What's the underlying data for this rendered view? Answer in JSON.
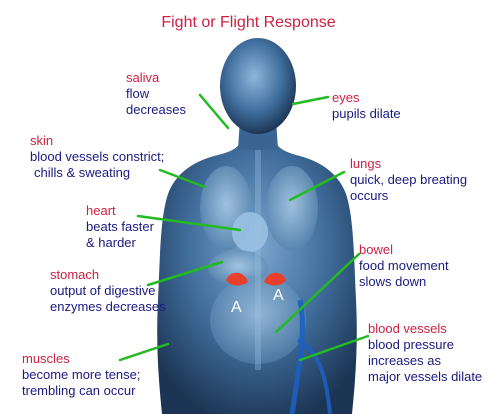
{
  "title": "Fight or Flight Response",
  "gland_marker": "A",
  "labels": [
    {
      "organ": "saliva",
      "effect": [
        "flow",
        "decreases"
      ]
    },
    {
      "organ": "eyes",
      "effect": [
        "pupils dilate"
      ]
    },
    {
      "organ": "skin",
      "effect": [
        "blood vessels constrict;",
        "chills & sweating"
      ]
    },
    {
      "organ": "lungs",
      "effect": [
        "quick, deep breating",
        "occurs"
      ]
    },
    {
      "organ": "heart",
      "effect": [
        "beats faster",
        "& harder"
      ]
    },
    {
      "organ": "bowel",
      "effect": [
        "food movement",
        "slows down"
      ]
    },
    {
      "organ": "stomach",
      "effect": [
        "output of digestive",
        "enzymes decreases"
      ]
    },
    {
      "organ": "blood vessels",
      "effect": [
        "blood pressure",
        "increases as",
        "major vessels dilate"
      ]
    },
    {
      "organ": "muscles",
      "effect": [
        "become more tense;",
        "trembling can occur"
      ]
    }
  ],
  "colors": {
    "organ": "#cc2244",
    "effect": "#1a1a80",
    "leader": "#22bb22",
    "body": "#2a4f7f",
    "gland": "#e8402a"
  }
}
